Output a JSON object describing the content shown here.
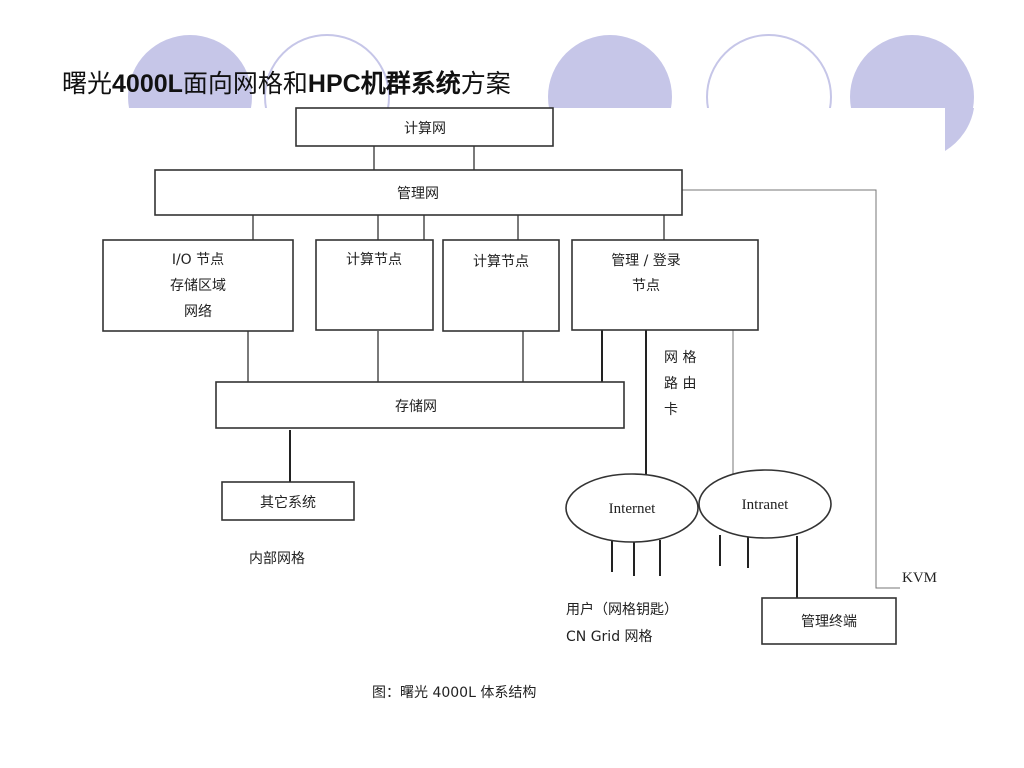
{
  "title": {
    "seg1": "曙光",
    "seg2": "4000L",
    "seg3": "面向网格和",
    "seg4": "HPC机群系统",
    "seg5": "方案"
  },
  "theme": {
    "circle_fill": "#c6c6e8",
    "circle_stroke": "#c6c6e8",
    "line_color": "#333333"
  },
  "diagram": {
    "compute_net": "计算网",
    "mgmt_net": "管理网",
    "io_node": [
      "I/O 节点",
      "存储区域",
      "网络"
    ],
    "compute_node_1": "计算节点",
    "compute_node_2": "计算节点",
    "login_node": [
      "管理 / 登录",
      "节点"
    ],
    "grid_router": [
      "网 格",
      "路 由",
      "卡"
    ],
    "storage_net": "存储网",
    "other_system": "其它系统",
    "internal_grid": "内部网格",
    "internet": "Internet",
    "intranet": "Intranet",
    "users": [
      "用户（网格钥匙）",
      "CN Grid  网格"
    ],
    "mgmt_terminal": "管理终端",
    "kvm": "KVM",
    "caption": "图：曙光 4000L 体系结构"
  }
}
